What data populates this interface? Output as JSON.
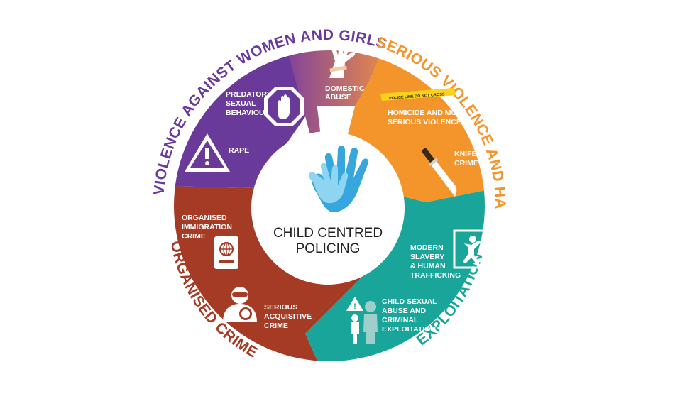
{
  "colors": {
    "vawg": "#6a3a9a",
    "serious_violence": "#f4952c",
    "exploitation": "#19a59a",
    "organised_crime": "#a53b25",
    "domestic_abuse_from": "#7e3f9e",
    "domestic_abuse_to": "#e48a4a",
    "hand_light": "#8fd4f0",
    "hand_dark": "#36a6dc",
    "police_tape": "#ffd21a"
  },
  "ring_labels": {
    "vawg": "VIOLENCE AGAINST WOMEN AND GIRLS",
    "serious_violence": "SERIOUS VIOLENCE AND HARM",
    "exploitation": "EXPLOITATION",
    "organised_crime": "ORGANISED CRIME"
  },
  "center": {
    "line1": "CHILD CENTRED",
    "line2": "POLICING",
    "icon": "hands-icon"
  },
  "segments": {
    "predatory": {
      "lines": [
        "PREDATORY",
        "SEXUAL",
        "BEHAVIOUR"
      ],
      "icon": "stop-hand-icon"
    },
    "rape": {
      "lines": [
        "RAPE"
      ],
      "icon": "warning-icon"
    },
    "domestic": {
      "lines": [
        "DOMESTIC",
        "ABUSE"
      ],
      "icon": "raised-arm-icon"
    },
    "homicide": {
      "lines": [
        "HOMICIDE AND MOST",
        "SERIOUS VIOLENCE"
      ],
      "icon": "police-tape-icon",
      "tape_text": "POLICE LINE DO NOT CROSS"
    },
    "knife": {
      "lines": [
        "KNIFE",
        "CRIME"
      ],
      "icon": "knife-icon"
    },
    "slavery": {
      "lines": [
        "MODERN",
        "SLAVERY",
        "& HUMAN",
        "TRAFFICKING"
      ],
      "icon": "trapped-person-icon"
    },
    "csa": {
      "lines": [
        "CHILD SEXUAL",
        "ABUSE AND",
        "CRIMINAL",
        "EXPLOITATION"
      ],
      "icon": "adult-child-icon"
    },
    "immigration": {
      "lines": [
        "ORGANISED",
        "IMMIGRATION",
        "CRIME"
      ],
      "icon": "passport-icon"
    },
    "acquisitive": {
      "lines": [
        "SERIOUS",
        "ACQUISITIVE",
        "CRIME"
      ],
      "icon": "thief-icon"
    }
  }
}
